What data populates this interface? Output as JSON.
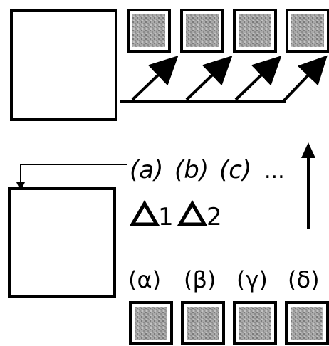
{
  "top_row": {
    "thumbnails": [
      "thumb-1",
      "thumb-2",
      "thumb-3",
      "thumb-4"
    ]
  },
  "latin_labels": [
    "(a)",
    "(b)",
    "(c)"
  ],
  "ellipsis": "...",
  "delta_labels": [
    "1",
    "2"
  ],
  "greek_labels": [
    "(α)",
    "(β)",
    "(γ)",
    "(δ)"
  ],
  "bottom_row": {
    "thumbnails": [
      "thumb-alpha",
      "thumb-beta",
      "thumb-gamma",
      "thumb-delta"
    ]
  },
  "colors": {
    "line": "#000000",
    "thumb_fill": "#a6a6a6",
    "thumb_noise": "#6e6e6e"
  }
}
